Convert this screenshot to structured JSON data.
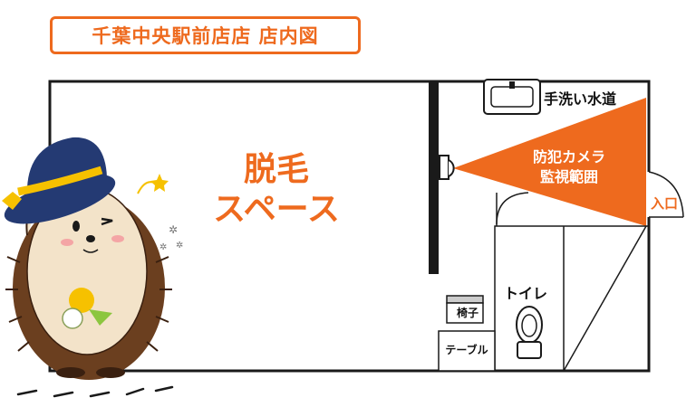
{
  "title": "千葉中央駅前店店 店内図",
  "zones": {
    "space_line1": "脱毛",
    "space_line2": "スペース",
    "sink": "手洗い水道",
    "camera_line1": "防犯カメラ",
    "camera_line2": "監視範囲",
    "entrance": "入口",
    "toilet": "トイレ",
    "chair": "椅子",
    "table": "テーブル"
  },
  "colors": {
    "accent": "#EE6A1E",
    "wall": "#1a1a1a",
    "mascot_hat": "#243A73",
    "hat_band": "#F6C100"
  },
  "icons": {
    "mascot": "hedgehog-mascot",
    "camera": "security-camera-icon",
    "sink": "sink-icon",
    "toilet": "toilet-icon"
  }
}
